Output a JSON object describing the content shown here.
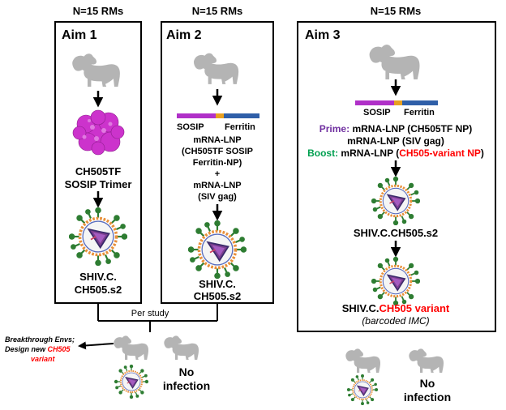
{
  "columns": [
    {
      "header": "N=15 RMs"
    },
    {
      "header": "N=15 RMs"
    },
    {
      "header": "N=15 RMs"
    }
  ],
  "aim1": {
    "title": "Aim 1",
    "immunogen_line1": "CH505TF",
    "immunogen_line2": "SOSIP Trimer",
    "challenge_line1": "SHIV.C.",
    "challenge_line2": "CH505.s2"
  },
  "aim2": {
    "title": "Aim 2",
    "construct_left": "SOSIP",
    "construct_right": "Ferritin",
    "vaccine_lines": [
      "mRNA-LNP",
      "(CH505TF SOSIP",
      "Ferritin-NP)",
      "+",
      "mRNA-LNP",
      "(SIV gag)"
    ],
    "challenge_line1": "SHIV.C.",
    "challenge_line2": "CH505.s2"
  },
  "aim3": {
    "title": "Aim 3",
    "construct_left": "SOSIP",
    "construct_right": "Ferritin",
    "prime_label": "Prime:",
    "prime_text": " mRNA-LNP (CH505TF NP)",
    "prime_line2": "mRNA-LNP (SIV gag)",
    "boost_label": "Boost:",
    "boost_text": " mRNA-LNP (",
    "boost_red": "CH505-variant NP",
    "boost_close": ")",
    "challenge1": "SHIV.C.CH505.s2",
    "challenge2_prefix": "SHIV.C.",
    "challenge2_red": "CH505 variant",
    "challenge2_note": "(barcoded IMC)",
    "outcome_no_infection_line1": "No",
    "outcome_no_infection_line2": "infection"
  },
  "merge": {
    "per_study": "Per study",
    "outcome_no_infection_line1": "No",
    "outcome_no_infection_line2": "infection"
  },
  "side_note": {
    "line1": "Breakthrough Envs;",
    "line2_prefix": "Design new ",
    "line2_red": "CH505",
    "line3_red": "variant"
  },
  "colors": {
    "monkey": "#b4b4b4",
    "trimer": "#cc33cc",
    "sosip_bar": "#b030c8",
    "linker_bar": "#e8a020",
    "ferritin_bar": "#2f5fa8",
    "prime_purple": "#7030a0",
    "boost_green": "#00a050",
    "accent_red": "#ff0000",
    "virus_spikes": "#2e7d32",
    "virus_ring": "#e8903a",
    "virus_core": "#7b3f8f"
  }
}
